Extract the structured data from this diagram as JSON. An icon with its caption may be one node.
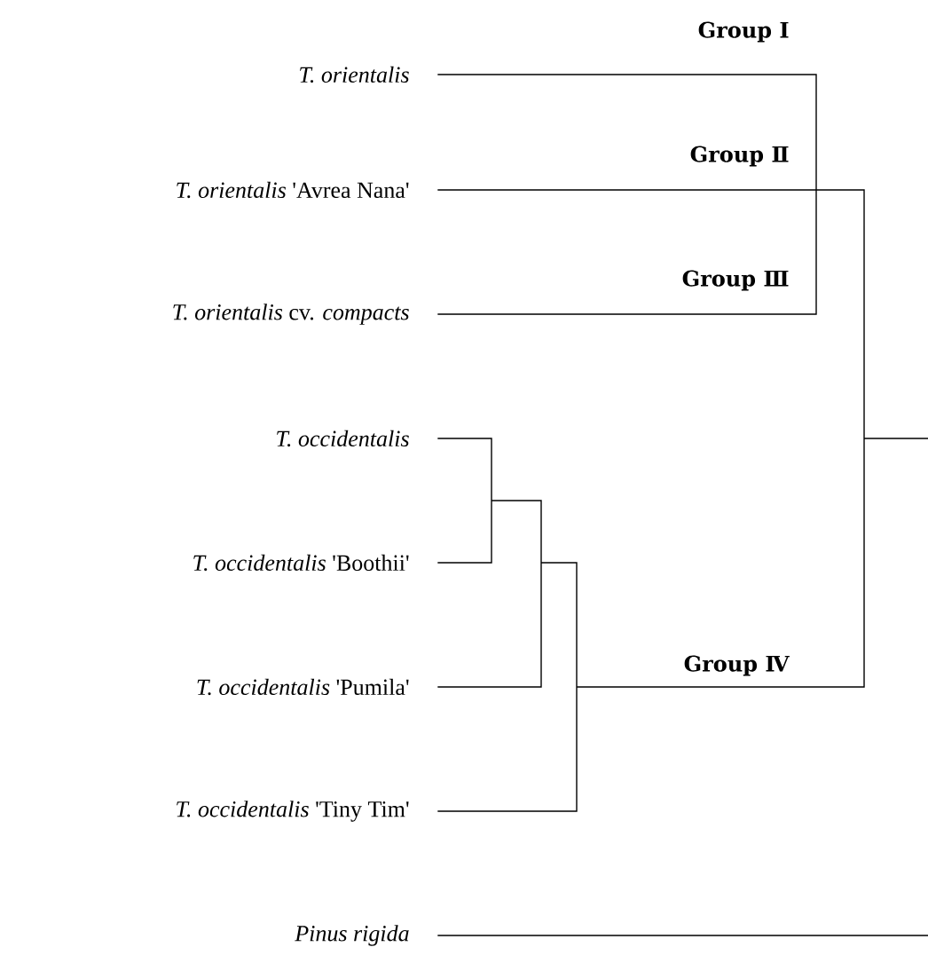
{
  "diagram": {
    "nodes": [
      {
        "text": [
          "T. orientalis"
        ]
      },
      {
        "text": [
          "*T. orientalis* 'Avrea Nana'"
        ]
      },
      {
        "text": [
          "*T. orientalis* cv. *compacts*"
        ]
      },
      {
        "text": [
          "T. occidentalis"
        ]
      },
      {
        "text": [
          "*T. occidentalis* 'Boothii'"
        ]
      },
      {
        "text": [
          "*T. occidentalis* 'Pumila'"
        ]
      },
      {
        "text": [
          "*T. occidentalis* 'Tiny Tim'"
        ]
      },
      {
        "text": [
          "Pinus rigida"
        ]
      }
    ],
    "labels": [
      "Group Ⅰ",
      "Group Ⅱ",
      "Group Ⅲ",
      "Group Ⅳ"
    ]
  }
}
